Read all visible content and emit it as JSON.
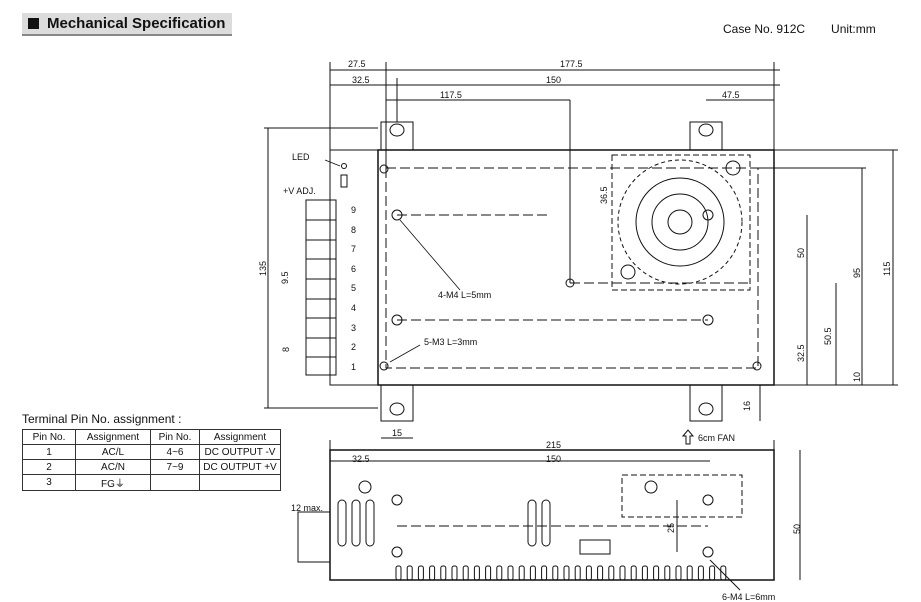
{
  "header": {
    "title": "Mechanical Specification",
    "case_no": "Case No. 912C",
    "unit": "Unit:mm"
  },
  "top_view": {
    "dim_27_5": "27.5",
    "dim_177_5": "177.5",
    "dim_32_5": "32.5",
    "dim_150": "150",
    "dim_117_5": "117.5",
    "dim_47_5": "47.5",
    "dim_36_5": "36.5",
    "dim_135": "135",
    "dim_9_5": "9.5",
    "dim_8": "8",
    "dim_50": "50",
    "dim_95": "95",
    "dim_115": "115",
    "dim_50_5": "50.5",
    "dim_32_5_v": "32.5",
    "dim_10": "10",
    "dim_16": "16",
    "dim_15": "15",
    "led": "LED",
    "vadj": "+V ADJ.",
    "m4_note": "4-M4 L=5mm",
    "m3_note": "5-M3 L=3mm",
    "fan_note": "6cm FAN",
    "terminals": [
      "9",
      "8",
      "7",
      "6",
      "5",
      "4",
      "3",
      "2",
      "1"
    ]
  },
  "side_view": {
    "dim_215": "215",
    "dim_32_5": "32.5",
    "dim_150": "150",
    "dim_12max": "12 max.",
    "dim_25": "25",
    "dim_50": "50",
    "m4_note": "6-M4 L=6mm"
  },
  "pin_table": {
    "title": "Terminal Pin No. assignment :",
    "headers": [
      "Pin No.",
      "Assignment",
      "Pin No.",
      "Assignment"
    ],
    "rows": [
      [
        "1",
        "AC/L",
        "4~6",
        "DC OUTPUT -V"
      ],
      [
        "2",
        "AC/N",
        "7~9",
        "DC OUTPUT +V"
      ],
      [
        "3",
        "FG⏚",
        "",
        ""
      ]
    ]
  }
}
